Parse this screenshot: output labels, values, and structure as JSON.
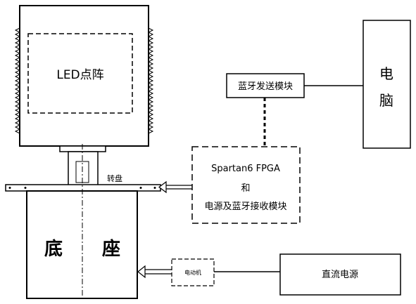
{
  "led_matrix": {
    "label": "LED点阵"
  },
  "turntable": {
    "label": "转盘"
  },
  "base": {
    "left_char": "底",
    "right_char": "座"
  },
  "bluetooth_tx": {
    "label": "蓝牙发送模块"
  },
  "computer": {
    "line1": "电",
    "line2": "脑"
  },
  "fpga_module": {
    "line1": "Spartan6 FPGA",
    "line2": "和",
    "line3": "电源及蓝牙接收模块"
  },
  "motor": {
    "label": "电动机"
  },
  "dc_power": {
    "label": "直流电源"
  }
}
